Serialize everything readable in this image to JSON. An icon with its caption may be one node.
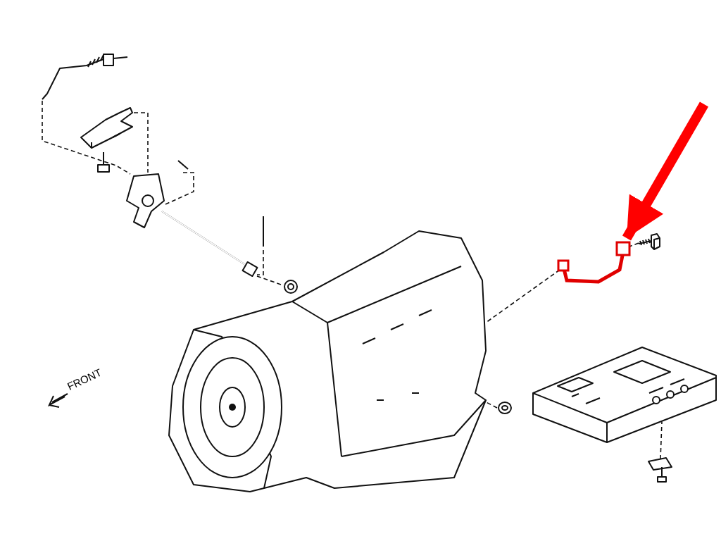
{
  "diagram": {
    "nodes": [
      {
        "text": [],
        "shape": "picture"
      },
      {
        "text": [],
        "shape": "picture"
      },
      {
        "text": [],
        "shape": "picture"
      },
      {
        "text": [],
        "shape": "picture"
      },
      {
        "text": [],
        "shape": "picture"
      },
      {
        "text": [],
        "shape": "picture"
      },
      {
        "text": [],
        "shape": "picture"
      },
      {
        "text": [],
        "shape": "picture"
      },
      {
        "text": [],
        "shape": "picture"
      },
      {
        "text": [],
        "shape": "picture"
      },
      {
        "text": [],
        "shape": "picture"
      },
      {
        "text": [],
        "shape": "picture"
      },
      {
        "text": [],
        "shape": "picture"
      },
      {
        "text": [],
        "shape": "picture"
      }
    ],
    "edges": [
      {
        "from": 0,
        "to": 3,
        "arrow": "none",
        "style": "dashed"
      },
      {
        "from": 1,
        "to": 3,
        "arrow": "none",
        "style": "dashed"
      },
      {
        "from": 4,
        "to": 3,
        "arrow": "none",
        "style": "dashed"
      },
      {
        "from": 6,
        "to": 5,
        "arrow": "none",
        "style": "dashed"
      },
      {
        "from": 5,
        "to": 7,
        "arrow": "none",
        "style": "dashed"
      },
      {
        "from": 9,
        "to": 10,
        "arrow": "none",
        "style": "dashed"
      },
      {
        "from": 10,
        "to": 8,
        "arrow": "none",
        "style": "dashed"
      },
      {
        "from": 11,
        "to": 8,
        "arrow": "none",
        "style": "dashed"
      },
      {
        "from": 13,
        "to": 12,
        "arrow": "none",
        "style": "dashed"
      },
      {
        "from": null,
        "to": 10,
        "arrow": "to",
        "style": "thick",
        "color": "#ff0000"
      }
    ],
    "labels": [
      "FRONT"
    ]
  }
}
